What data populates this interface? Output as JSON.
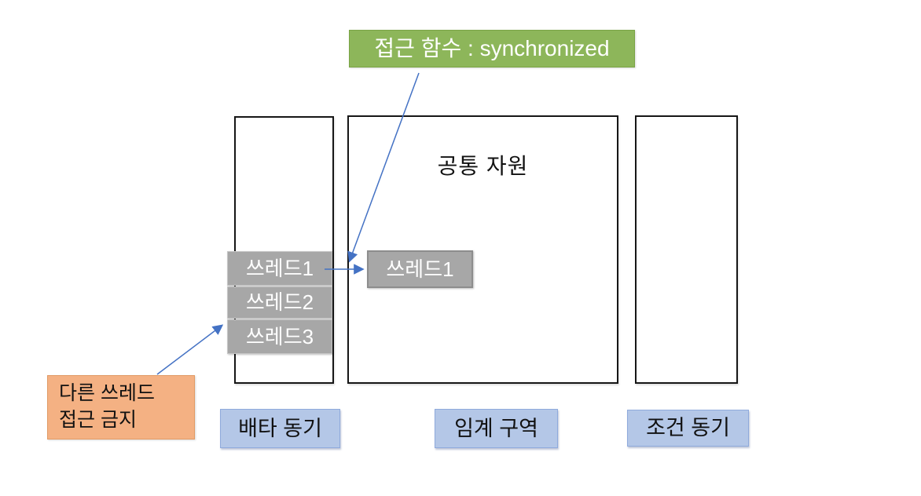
{
  "diagram": {
    "access_function_callout": {
      "text": "접근 함수 : synchronized"
    },
    "critical_section": {
      "title": "공통 자원",
      "active_thread": "쓰레드1"
    },
    "thread_queue": {
      "items": [
        "쓰레드1",
        "쓰레드2",
        "쓰레드3"
      ]
    },
    "no_access_callout": {
      "lines": [
        "다른 쓰레드",
        "접근 금지"
      ]
    },
    "bottom_labels": {
      "exclusive": "배타 동기",
      "critical": "임계 구역",
      "conditional": "조건 동기"
    },
    "colors": {
      "callout_green_fill": "#8DB65A",
      "callout_green_border": "#7AA446",
      "thread_gray_fill": "#A7A7A7",
      "thread_gray_border_light": "#C6C6C6",
      "thread_gray_border_dark": "#8D8D8D",
      "callout_orange_fill": "#F4B183",
      "callout_orange_border": "#E19B66",
      "label_blue_fill": "#B4C7E7",
      "label_blue_border": "#8FAADC",
      "arrow_blue": "#4472C4",
      "rect_border": "#161616",
      "background": "#FFFFFF"
    }
  }
}
